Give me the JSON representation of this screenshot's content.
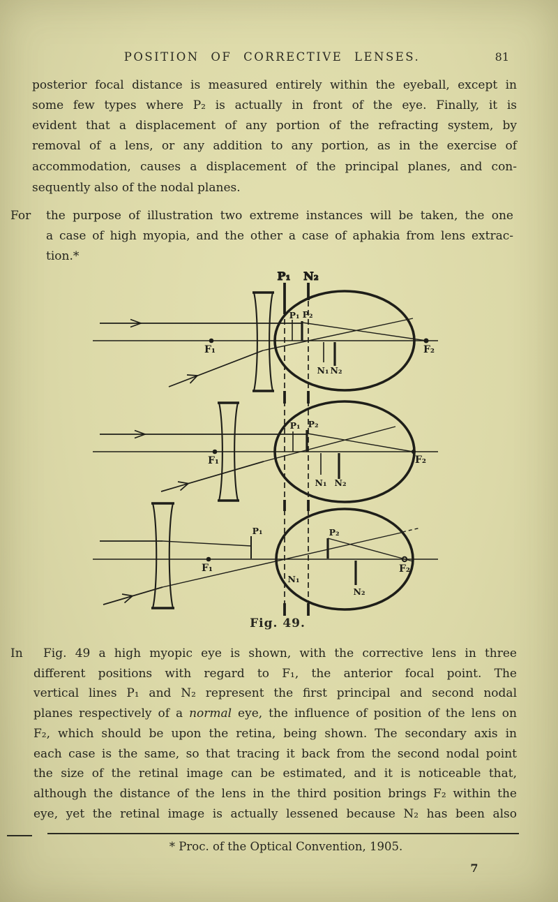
{
  "header": {
    "title": "POSITION OF CORRECTIVE LENSES.",
    "page_number": "81"
  },
  "paragraph1": {
    "lines": [
      "posterior focal distance is measured entirely within the eyeball, except in",
      "some few types where P₂ is actually in front of the eye.  Finally, it is",
      "evident that a displacement of any portion of the refracting system, by",
      "removal of a lens, or any addition to any portion, as in the exercise of",
      "accommodation, causes a displacement of the principal planes, and con-",
      "sequently also of the nodal planes."
    ]
  },
  "paragraph2": {
    "lead": "For",
    "lines": [
      "the purpose of illustration two extreme instances will be taken, the one",
      "a case of high myopia, and the other a case of aphakia from lens extrac-",
      "tion.*"
    ]
  },
  "figure": {
    "caption": "Fig. 49.",
    "plane_labels": {
      "p1": "P₁",
      "n2": "N₂"
    },
    "point_labels": {
      "f1": "F₁",
      "f2": "F₂",
      "p1": "P₁",
      "p2": "P₂",
      "n1": "N₁",
      "n2": "N₂"
    }
  },
  "paragraph3": {
    "lead": "In",
    "line1": "Fig. 49 a high myopic eye is shown, with the corrective lens in three",
    "lines_a": [
      "different positions with regard to F₁, the anterior focal point.  The",
      "vertical lines P₁ and N₂ represent the first principal and second nodal"
    ],
    "line4": {
      "pre": "planes respectively of a ",
      "italic": "normal",
      "post": " eye, the influence of position of the lens on"
    },
    "lines_b": [
      "F₂, which should be upon the retina, being shown.  The secondary axis in",
      "each case is the same, so that tracing it back from the second nodal point",
      "the size of the retinal image can be estimated, and it is noticeable that,",
      "although the distance of the lens in the third position brings F₂ within the",
      "eye, yet the retinal image is actually lessened because N₂ has been also"
    ]
  },
  "footnote": "* Proc. of the Optical Convention, 1905.",
  "footer_page_number": "7",
  "colors": {
    "paper": "#dcd9a8",
    "ink": "#26261f"
  }
}
